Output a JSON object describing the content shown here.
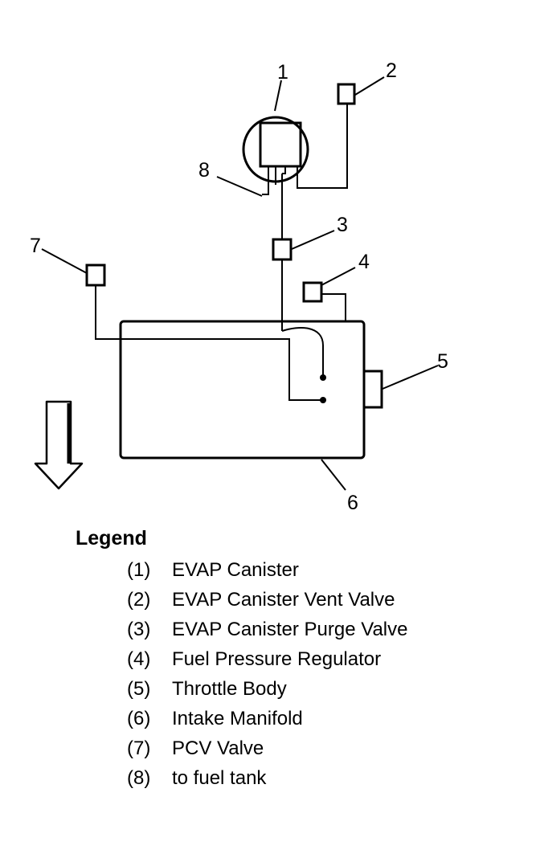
{
  "diagram": {
    "callouts": [
      "1",
      "2",
      "3",
      "4",
      "5",
      "6",
      "7",
      "8"
    ]
  },
  "legend": {
    "title": "Legend",
    "items": [
      {
        "num": "(1)",
        "text": "EVAP Canister"
      },
      {
        "num": "(2)",
        "text": "EVAP Canister Vent Valve"
      },
      {
        "num": "(3)",
        "text": "EVAP Canister Purge Valve"
      },
      {
        "num": "(4)",
        "text": "Fuel Pressure Regulator"
      },
      {
        "num": "(5)",
        "text": "Throttle Body"
      },
      {
        "num": "(6)",
        "text": "Intake Manifold"
      },
      {
        "num": "(7)",
        "text": "PCV Valve"
      },
      {
        "num": "(8)",
        "text": "to fuel tank"
      }
    ]
  }
}
